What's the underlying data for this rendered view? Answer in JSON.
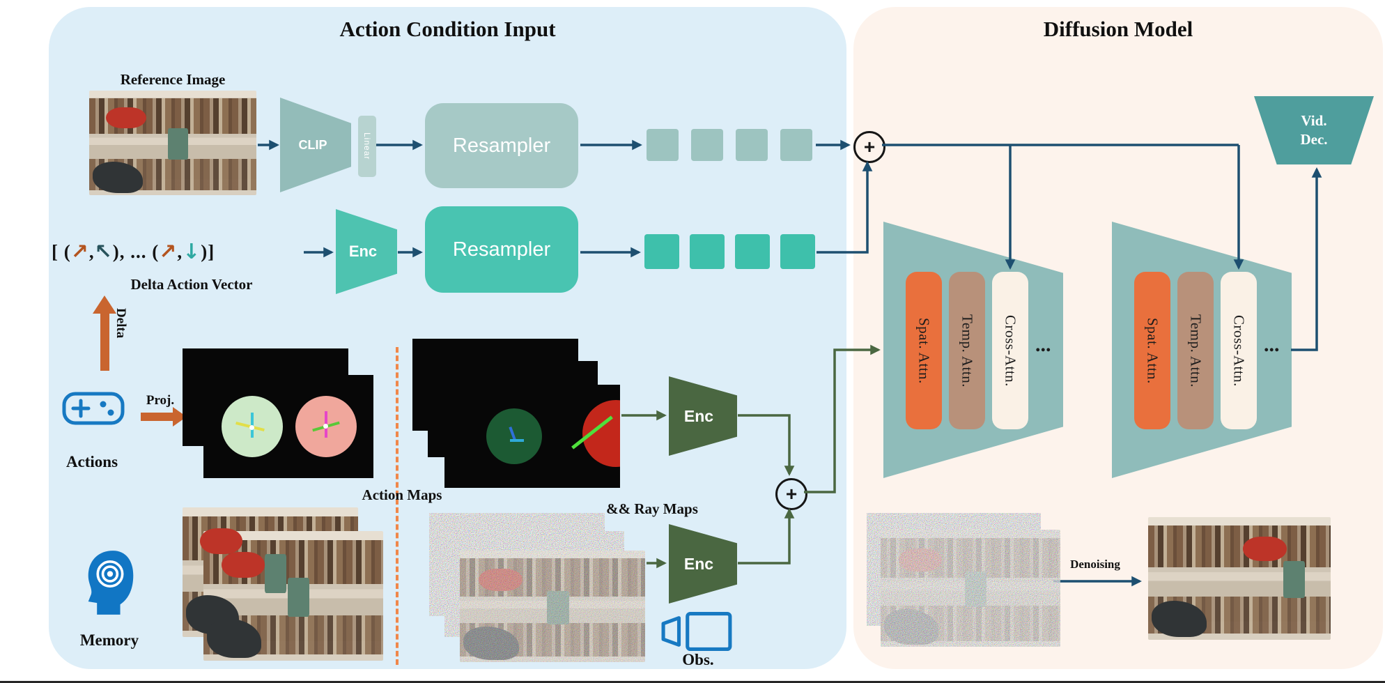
{
  "ops": {
    "plus": "+"
  },
  "colors": {
    "left_panel_bg": "#ddeef8",
    "right_panel_bg": "#fdf3ec",
    "gray_teal": "#a6c9c6",
    "teal": "#49c4b1",
    "dark_green": "#4a6741",
    "unet_teal": "#8fbcba",
    "spat_orange": "#e9703d",
    "temp_brown": "#b8917a",
    "cross_cream": "#faf1e6",
    "vid_dec_teal": "#4f9e9d",
    "arrow_blue": "#1d4f70",
    "arrow_orange": "#c9652f",
    "divider_orange": "#f0874a",
    "icon_blue": "#1779c2"
  },
  "left_panel": {
    "title": "Action Condition Input",
    "reference_label": "Reference Image",
    "clip_label": "CLIP",
    "linear_label": "Linear",
    "resampler_ref_label": "Resampler",
    "resampler_action_label": "Resampler",
    "enc_action_label": "Enc",
    "enc_maps_label": "Enc",
    "enc_obs_label": "Enc",
    "delta_vector": {
      "label": "Delta Action Vector",
      "segments": [
        {
          "text": "[ ("
        },
        {
          "text": "↗"
        },
        {
          "text": ","
        },
        {
          "text": "↖"
        },
        {
          "text": "), ... ("
        },
        {
          "text": "↗"
        },
        {
          "text": ","
        },
        {
          "text": "↓"
        },
        {
          "text": ")]"
        }
      ]
    },
    "delta_arrow_label": "Delta",
    "actions_label": "Actions",
    "proj_label": "Proj.",
    "action_maps_label": "Action Maps",
    "ray_maps_label": "&& Ray Maps",
    "memory_label": "Memory",
    "obs_label": "Obs."
  },
  "right_panel": {
    "title": "Diffusion Model",
    "vid_dec_lines": [
      "Vid.",
      "Dec."
    ],
    "attn": {
      "spat": "Spat. Attn.",
      "temp": "Temp. Attn.",
      "cross": "Cross-Attn.",
      "dots": "..."
    },
    "denoising_label": "Denoising"
  }
}
